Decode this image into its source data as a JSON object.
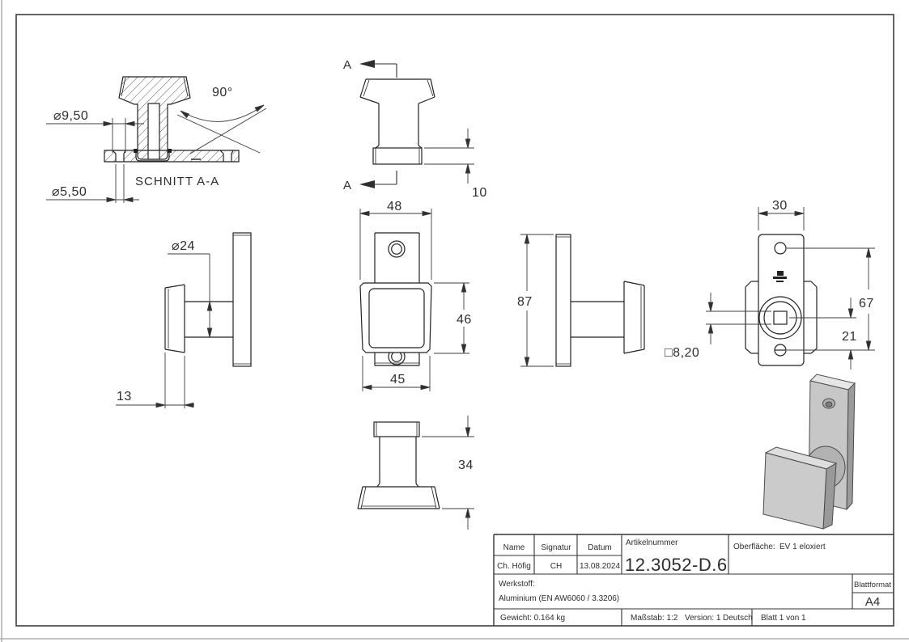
{
  "views": {
    "section": {
      "title": "SCHNITT A-A",
      "counterbore_dia": "⌀9,50",
      "screw_hole_dia": "⌀5,50",
      "head_angle": "90°"
    },
    "top_side": {
      "section_mark_top": "A",
      "section_mark_bottom": "A",
      "plate_thickness": "10"
    },
    "left_side": {
      "neck_dia": "⌀24",
      "knob_thickness": "13"
    },
    "front": {
      "knob_width_top": "48",
      "knob_height": "46",
      "knob_width_bottom": "45"
    },
    "right_side": {
      "plate_height": "87"
    },
    "rear": {
      "plate_width": "30",
      "hole_distance": "67",
      "square_to_hole": "21",
      "square_drive": "□8,20"
    },
    "bottom_side": {
      "overall_depth": "34"
    }
  },
  "title_block": {
    "col_name": "Name",
    "col_signature": "Signatur",
    "col_date": "Datum",
    "name": "Ch. Höfig",
    "signature": "CH",
    "date": "13.08.2024",
    "article_label": "Artikelnummer",
    "article_number": "12.3052-D.6",
    "surface_label": "Oberfläche:",
    "surface_value": "EV 1 eloxiert",
    "material_label": "Werkstoff:",
    "material_value": "Aluminium (EN AW6060 / 3.3206)",
    "sheet_format_label": "Blattformat",
    "sheet_format": "A4",
    "weight": "Gewicht: 0.164 kg",
    "scale": "Maßstab: 1:2",
    "version": "Version: 1",
    "language": "Deutsch",
    "sheet": "Blatt 1 von 1"
  }
}
